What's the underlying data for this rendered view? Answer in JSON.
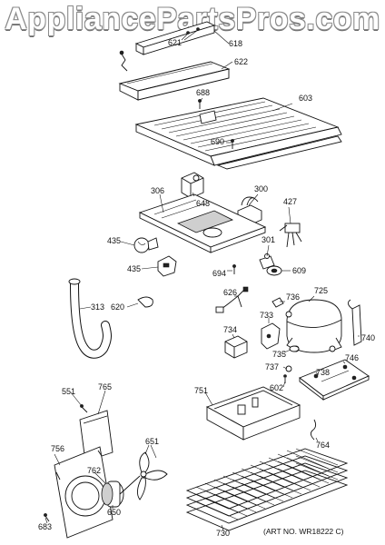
{
  "watermark": "AppliancePartsPros.com",
  "art_no": "(ART NO. WR18222 C)",
  "callouts": {
    "c621": "621",
    "c618": "618",
    "c622": "622",
    "c688": "688",
    "c603": "603",
    "c690": "690",
    "c306": "306",
    "c648": "648",
    "c300": "300",
    "c427": "427",
    "c435a": "435",
    "c435b": "435",
    "c301": "301",
    "c694": "694",
    "c609": "609",
    "c313": "313",
    "c620": "620",
    "c626": "626",
    "c736": "736",
    "c725": "725",
    "c733": "733",
    "c734": "734",
    "c735": "735",
    "c740": "740",
    "c737": "737",
    "c746": "746",
    "c738": "738",
    "c602": "602",
    "c551": "551",
    "c765": "765",
    "c751": "751",
    "c651": "651",
    "c756": "756",
    "c762": "762",
    "c764": "764",
    "c650": "650",
    "c683": "683",
    "c730": "730"
  }
}
